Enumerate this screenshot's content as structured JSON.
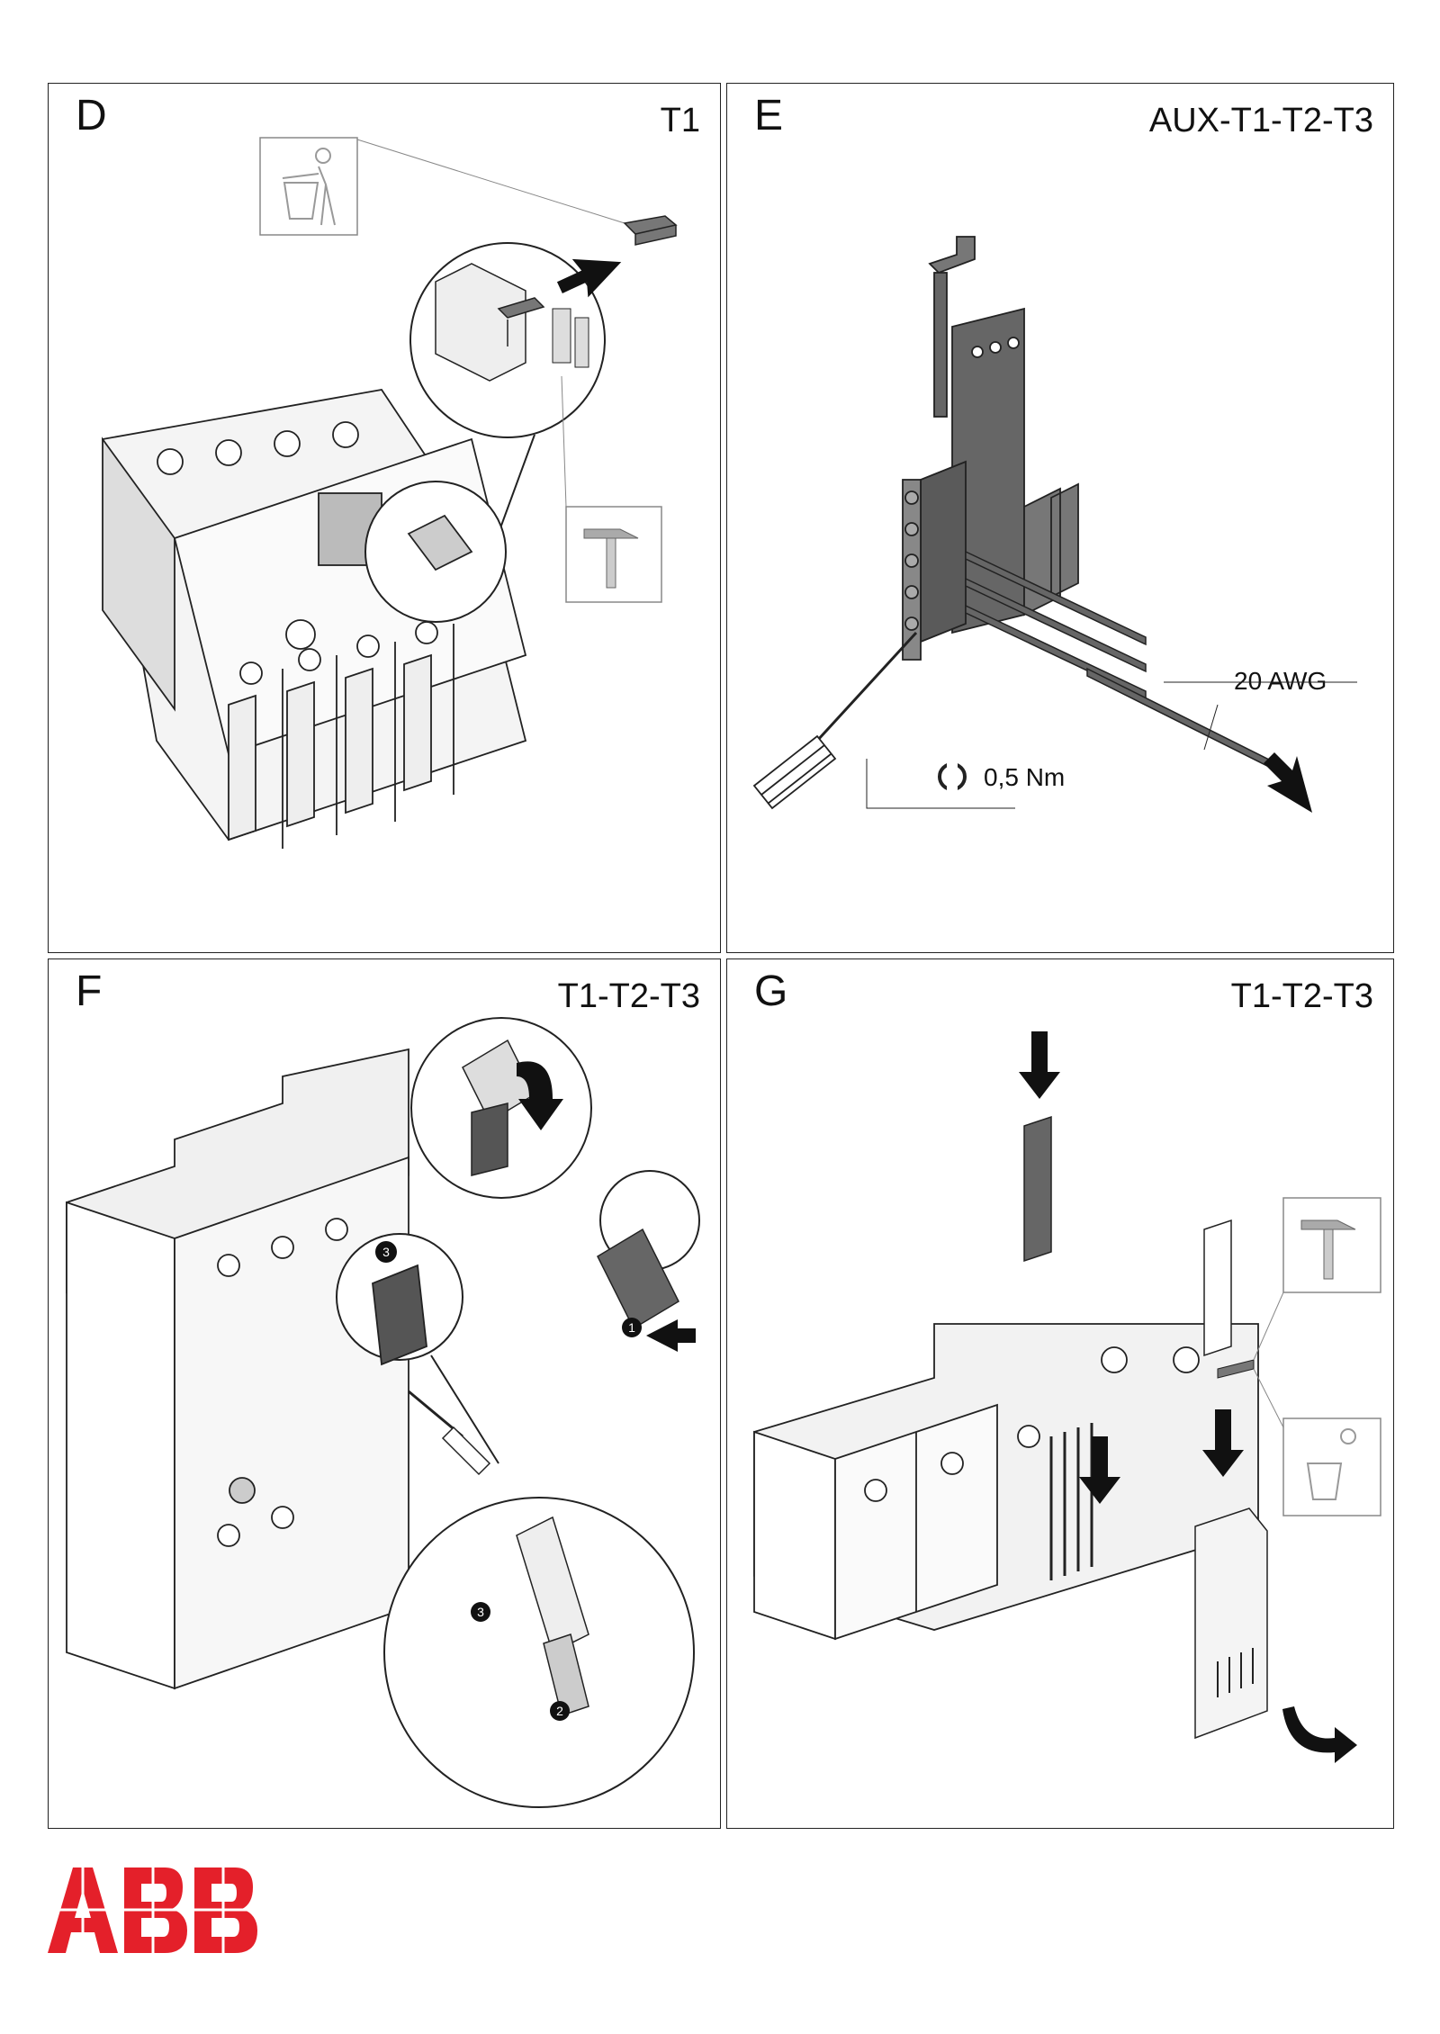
{
  "panels": {
    "d": {
      "letter": "D",
      "model": "T1"
    },
    "e": {
      "letter": "E",
      "model": "AUX-T1-T2-T3",
      "wire_label": "20 AWG",
      "torque_label": "0,5 Nm"
    },
    "f": {
      "letter": "F",
      "model": "T1-T2-T3"
    },
    "g": {
      "letter": "G",
      "model": "T1-T2-T3"
    }
  },
  "logo": {
    "text": "ABB",
    "color": "#e4202a"
  },
  "step_badges": [
    "1",
    "2",
    "3"
  ]
}
